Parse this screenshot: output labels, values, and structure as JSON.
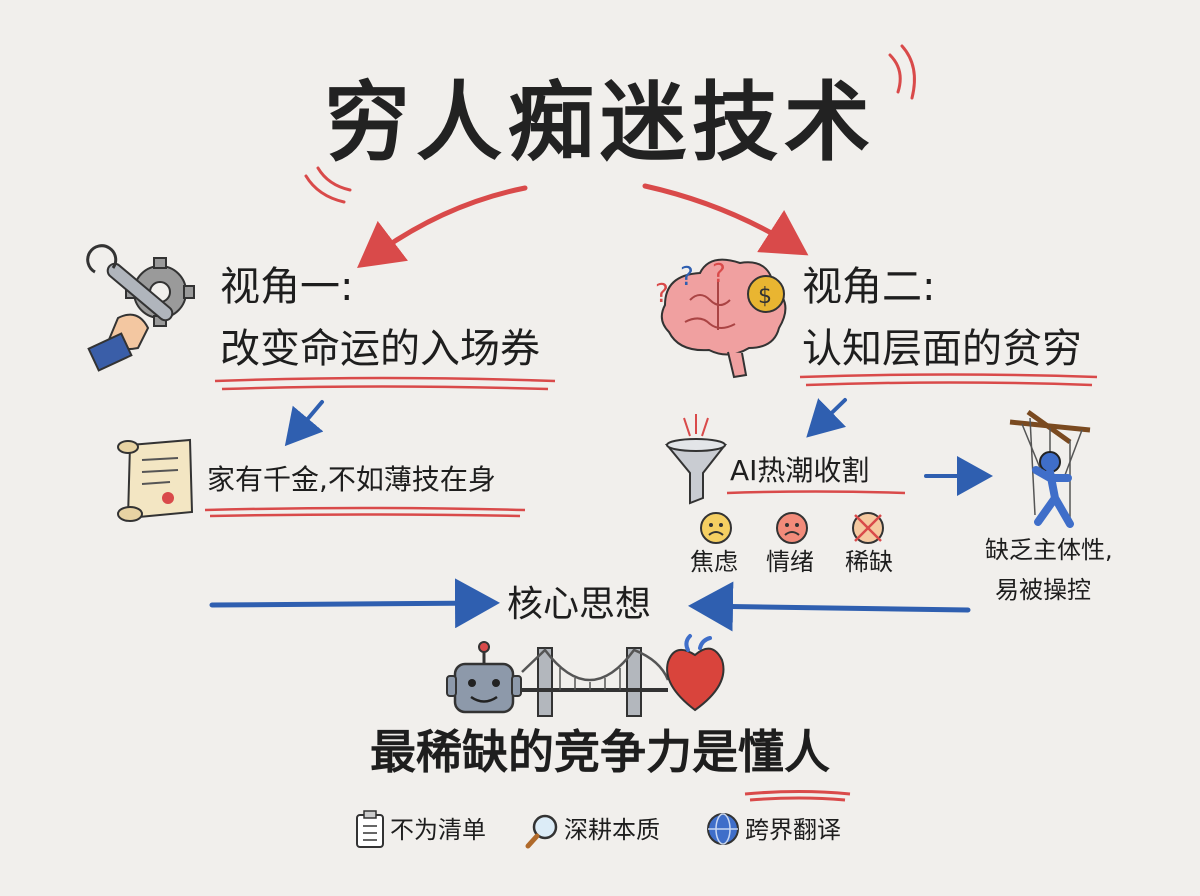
{
  "title": "穷人痴迷技术",
  "left": {
    "heading": "视角一:",
    "subheading": "改变命运的入场券",
    "proverb": "家有千金,不如薄技在身"
  },
  "right": {
    "heading": "视角二:",
    "subheading": "认知层面的贫穷",
    "ai_harvest": "AI热潮收割",
    "emotions": [
      "焦虑",
      "情绪",
      "稀缺"
    ],
    "puppet_line1": "缺乏主体性,",
    "puppet_line2": "易被操控"
  },
  "center": {
    "core": "核心思想",
    "conclusion": "最稀缺的竞争力是懂人"
  },
  "footer": {
    "items": [
      "不为清单",
      "深耕本质",
      "跨界翻译"
    ]
  },
  "colors": {
    "red": "#d94a4a",
    "blue": "#2f5fb0",
    "ink": "#1e1e1e",
    "gold": "#e9b531"
  },
  "icons": [
    "wrench-gear-icon",
    "brain-question-icon",
    "scroll-icon",
    "funnel-icon",
    "anxious-face-icon",
    "sad-face-icon",
    "scarcity-face-icon",
    "puppet-icon",
    "robot-icon",
    "bridge-icon",
    "heart-icon",
    "checklist-icon",
    "magnifier-icon",
    "globe-icon"
  ]
}
